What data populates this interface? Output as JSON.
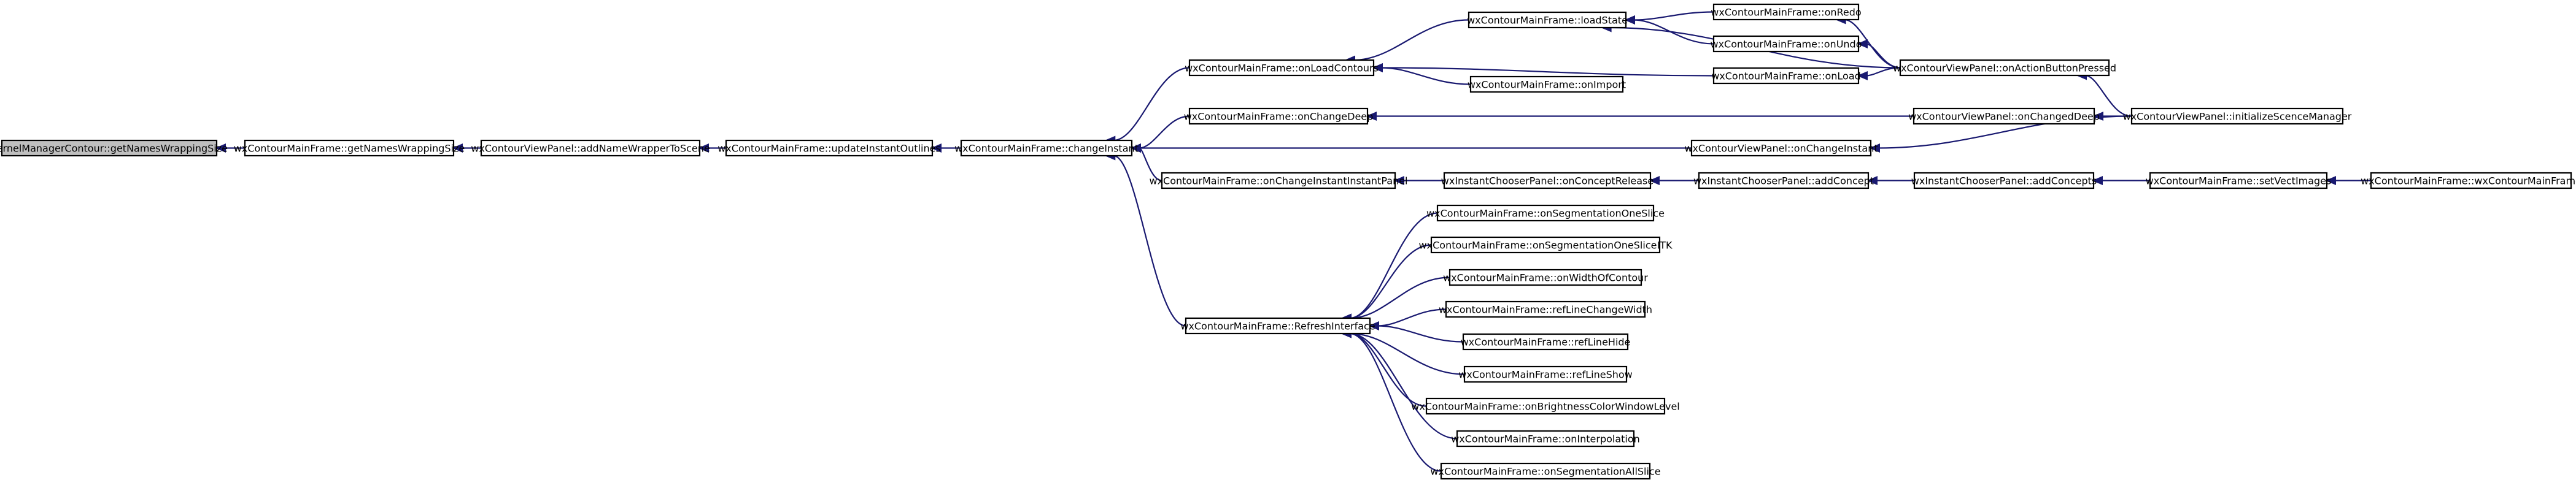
{
  "graph": {
    "direction": "right-to-left callers",
    "colors": {
      "edge": "#191970",
      "root_fill": "#bfbfbf",
      "node_fill": "#ffffff",
      "node_stroke": "#000000"
    },
    "nodes": [
      {
        "id": "n0",
        "label": "KernelManagerContour::getNamesWrappingSize"
      },
      {
        "id": "n1",
        "label": "wxContourMainFrame::getNamesWrappingSize"
      },
      {
        "id": "n2",
        "label": "wxContourViewPanel::addNameWrapperToScene"
      },
      {
        "id": "n3",
        "label": "wxContourMainFrame::updateInstantOutlines"
      },
      {
        "id": "n4",
        "label": "wxContourMainFrame::changeInstant"
      },
      {
        "id": "n5",
        "label": "wxContourMainFrame::onLoadContours"
      },
      {
        "id": "n6",
        "label": "wxContourMainFrame::onChangeDeep"
      },
      {
        "id": "n7",
        "label": "wxContourMainFrame::onChangeInstantInstantPanel"
      },
      {
        "id": "n8",
        "label": "wxContourMainFrame::RefreshInterface"
      },
      {
        "id": "n9",
        "label": "wxContourMainFrame::loadState"
      },
      {
        "id": "n10",
        "label": "wxContourMainFrame::onImport"
      },
      {
        "id": "n11",
        "label": "wxContourMainFrame::onRedo"
      },
      {
        "id": "n12",
        "label": "wxContourMainFrame::onUndo"
      },
      {
        "id": "n13",
        "label": "wxContourMainFrame::onLoad"
      },
      {
        "id": "n14",
        "label": "wxContourViewPanel::onActionButtonPressed"
      },
      {
        "id": "n15",
        "label": "wxContourViewPanel::onChangedDeep"
      },
      {
        "id": "n16",
        "label": "wxContourViewPanel::initializeScenceManager"
      },
      {
        "id": "n17",
        "label": "wxContourViewPanel::onChangeInstant"
      },
      {
        "id": "n18",
        "label": "wxInstantChooserPanel::onConceptRelease"
      },
      {
        "id": "n19",
        "label": "wxInstantChooserPanel::addConcept"
      },
      {
        "id": "n20",
        "label": "wxInstantChooserPanel::addConcepts"
      },
      {
        "id": "n21",
        "label": "wxContourMainFrame::setVectImages"
      },
      {
        "id": "n22",
        "label": "wxContourMainFrame::wxContourMainFrame"
      },
      {
        "id": "n23",
        "label": "wxContourMainFrame::onSegmentationOneSlice"
      },
      {
        "id": "n24",
        "label": "wxContourMainFrame::onSegmentationOneSliceITK"
      },
      {
        "id": "n25",
        "label": "wxContourMainFrame::onWidthOfContour"
      },
      {
        "id": "n26",
        "label": "wxContourMainFrame::refLineChangeWidth"
      },
      {
        "id": "n27",
        "label": "wxContourMainFrame::refLineHide"
      },
      {
        "id": "n28",
        "label": "wxContourMainFrame::refLineShow"
      },
      {
        "id": "n29",
        "label": "wxContourMainFrame::onBrightnessColorWindowLevel"
      },
      {
        "id": "n30",
        "label": "wxContourMainFrame::onInterpolation"
      },
      {
        "id": "n31",
        "label": "wxContourMainFrame::onSegmentationAllSlice"
      }
    ],
    "edges": [
      [
        "n1",
        "n0"
      ],
      [
        "n2",
        "n1"
      ],
      [
        "n3",
        "n2"
      ],
      [
        "n4",
        "n3"
      ],
      [
        "n5",
        "n4"
      ],
      [
        "n6",
        "n4"
      ],
      [
        "n7",
        "n4"
      ],
      [
        "n8",
        "n4"
      ],
      [
        "n17",
        "n4"
      ],
      [
        "n9",
        "n5"
      ],
      [
        "n10",
        "n5"
      ],
      [
        "n13",
        "n5"
      ],
      [
        "n11",
        "n9"
      ],
      [
        "n12",
        "n9"
      ],
      [
        "n14",
        "n9"
      ],
      [
        "n14",
        "n11"
      ],
      [
        "n14",
        "n12"
      ],
      [
        "n14",
        "n13"
      ],
      [
        "n16",
        "n14"
      ],
      [
        "n15",
        "n6"
      ],
      [
        "n16",
        "n15"
      ],
      [
        "n16",
        "n17"
      ],
      [
        "n18",
        "n7"
      ],
      [
        "n19",
        "n18"
      ],
      [
        "n20",
        "n19"
      ],
      [
        "n21",
        "n20"
      ],
      [
        "n22",
        "n21"
      ],
      [
        "n23",
        "n8"
      ],
      [
        "n24",
        "n8"
      ],
      [
        "n25",
        "n8"
      ],
      [
        "n26",
        "n8"
      ],
      [
        "n27",
        "n8"
      ],
      [
        "n28",
        "n8"
      ],
      [
        "n29",
        "n8"
      ],
      [
        "n30",
        "n8"
      ],
      [
        "n31",
        "n8"
      ]
    ]
  }
}
